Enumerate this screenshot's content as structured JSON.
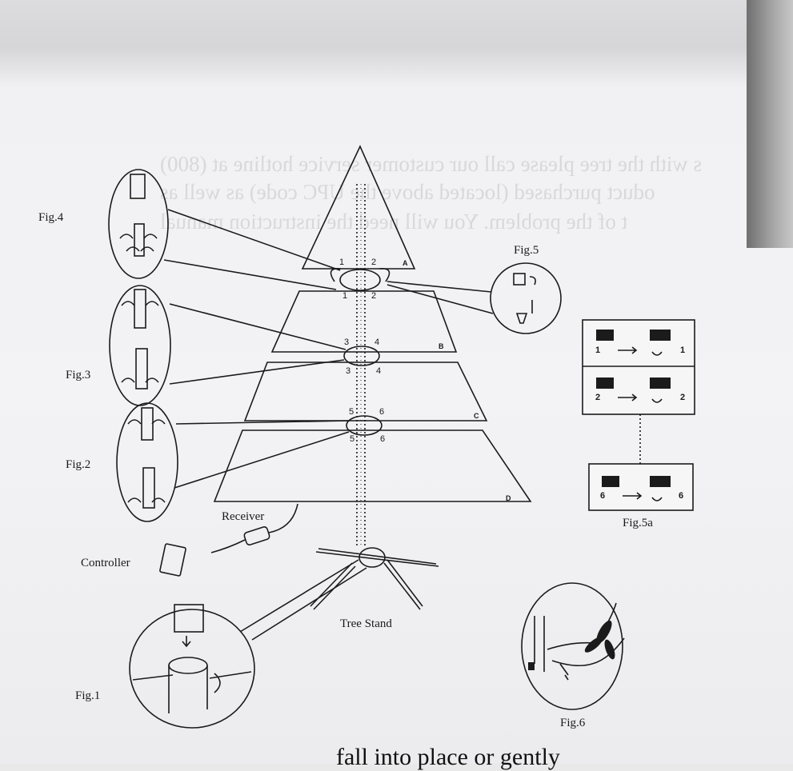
{
  "figures": {
    "fig1": "Fig.1",
    "fig2": "Fig.2",
    "fig3": "Fig.3",
    "fig4": "Fig.4",
    "fig5": "Fig.5",
    "fig5a": "Fig.5a",
    "fig6": "Fig.6"
  },
  "labels": {
    "receiver": "Receiver",
    "controller": "Controller",
    "tree_stand": "Tree Stand"
  },
  "sections": [
    "A",
    "B",
    "C",
    "D"
  ],
  "connector_numbers": {
    "ring_a_top": [
      "1",
      "2"
    ],
    "ring_a_bottom": [
      "1",
      "2"
    ],
    "ring_b_top": [
      "3",
      "4"
    ],
    "ring_b_bottom": [
      "3",
      "4"
    ],
    "ring_c_top": [
      "5",
      "6"
    ],
    "ring_c_bottom": [
      "5",
      "6"
    ]
  },
  "fig5a_rows": [
    "1",
    "2",
    "6"
  ],
  "bleed_through": [
    "s with the tree please call our customer service hotline at (800)",
    "oduct purchased (located above the UPC code) as well as",
    "t of the problem. You will need the instruction manual"
  ],
  "bottom_text": "fall into place or gently"
}
